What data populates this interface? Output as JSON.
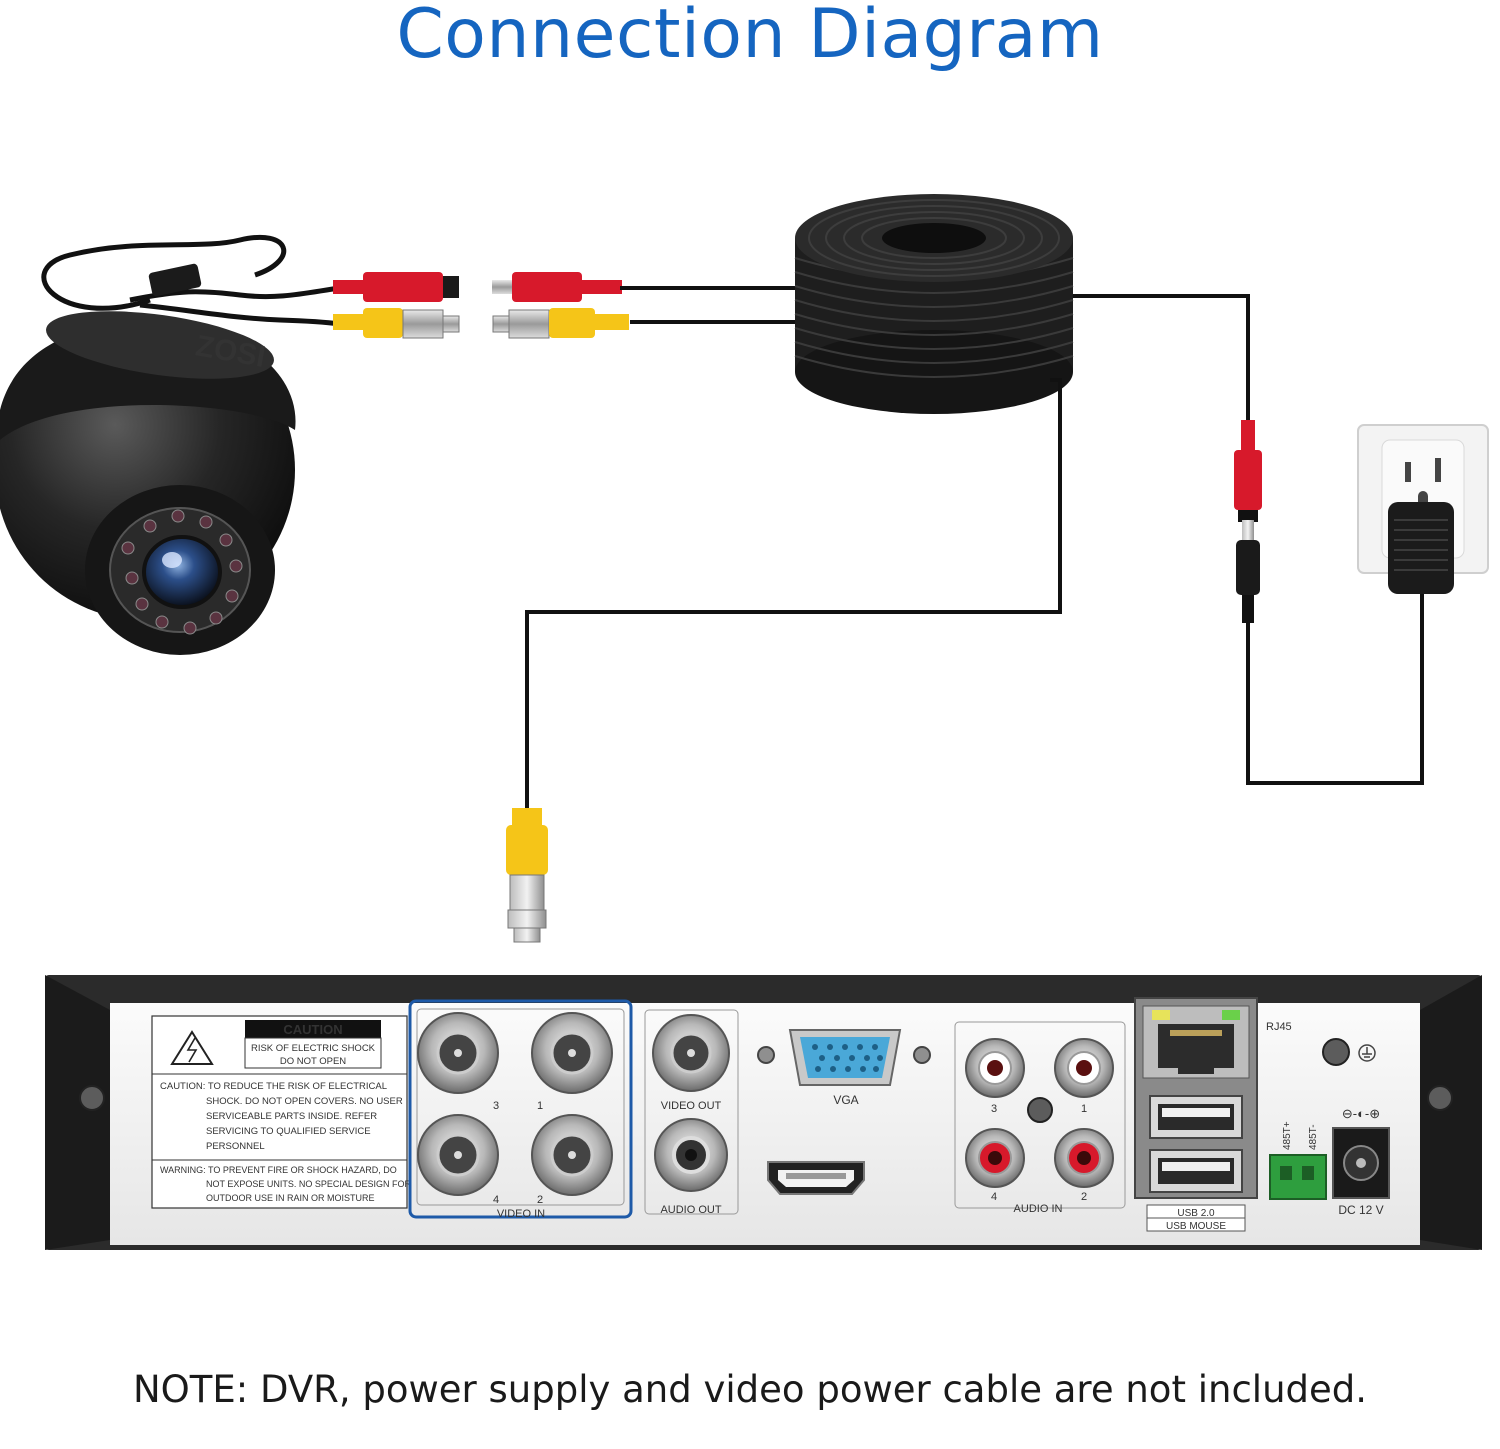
{
  "title": "Connection Diagram",
  "note": "NOTE: DVR, power supply and video power cable are not included.",
  "camera": {
    "brand": "ZOSI"
  },
  "dvr": {
    "caution": {
      "heading": "CAUTION",
      "badge_line1": "RISK OF ELECTRIC SHOCK",
      "badge_line2": "DO NOT OPEN",
      "text_lines": [
        "CAUTION: TO REDUCE THE RISK OF ELECTRICAL",
        "SHOCK. DO NOT OPEN COVERS. NO USER",
        "SERVICEABLE PARTS INSIDE. REFER",
        "SERVICING TO QUALIFIED SERVICE",
        "PERSONNEL"
      ],
      "warning_lines": [
        "WARNING: TO PREVENT FIRE OR SHOCK HAZARD, DO",
        "NOT EXPOSE UNITS. NO SPECIAL DESIGN FOR",
        "OUTDOOR USE IN RAIN OR MOISTURE"
      ]
    },
    "video_in": {
      "label": "VIDEO IN",
      "ports": [
        "3",
        "1",
        "4",
        "2"
      ]
    },
    "video_out_label": "VIDEO OUT",
    "audio_out_label": "AUDIO OUT",
    "vga_label": "VGA",
    "audio_in": {
      "label": "AUDIO IN",
      "ports": [
        "3",
        "1",
        "4",
        "2"
      ]
    },
    "rj45_label": "RJ45",
    "usb_line1": "USB 2.0",
    "usb_line2": "USB MOUSE",
    "rs485_plus": "485T+",
    "rs485_minus": "485T-",
    "polarity": "⊖-◐-⊕",
    "dc_label": "DC 12 V"
  },
  "colors": {
    "title_blue": "#1565c0",
    "highlight_blue": "#1e5aa8",
    "power_red": "#d7192b",
    "video_yellow": "#f5c518",
    "terminal_green": "#2e9e3e"
  }
}
